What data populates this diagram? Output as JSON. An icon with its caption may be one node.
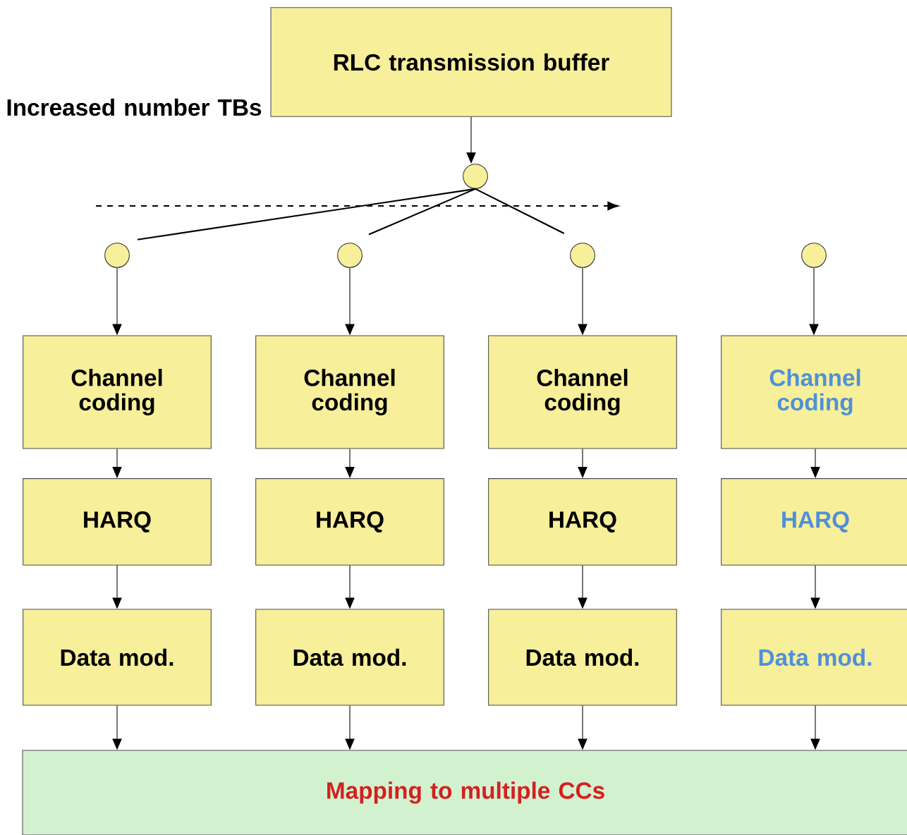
{
  "diagram": {
    "nodes": [
      {
        "text": [
          "RLC transmission buffer"
        ]
      },
      {
        "text": [],
        "shape": "circle"
      },
      {
        "text": [],
        "shape": "circle"
      },
      {
        "text": [],
        "shape": "circle"
      },
      {
        "text": [],
        "shape": "circle"
      },
      {
        "text": [],
        "shape": "circle"
      },
      {
        "text": [
          "Channel coding"
        ]
      },
      {
        "text": [
          "Channel coding"
        ]
      },
      {
        "text": [
          "Channel coding"
        ]
      },
      {
        "text": [
          "Channel coding"
        ]
      },
      {
        "text": [
          "HARQ"
        ]
      },
      {
        "text": [
          "HARQ"
        ]
      },
      {
        "text": [
          "HARQ"
        ]
      },
      {
        "text": [
          "HARQ"
        ]
      },
      {
        "text": [
          "Data mod."
        ]
      },
      {
        "text": [
          "Data mod."
        ]
      },
      {
        "text": [
          "Data mod."
        ]
      },
      {
        "text": [
          "Data mod."
        ]
      },
      {
        "text": [
          "Mapping to multiple CCs"
        ]
      }
    ],
    "edges": [
      {
        "from": 0,
        "to": 1,
        "arrow": "to"
      },
      {
        "from": 1,
        "to": 2,
        "arrow": "none"
      },
      {
        "from": 1,
        "to": 3,
        "arrow": "none"
      },
      {
        "from": 1,
        "to": 4,
        "arrow": "none"
      },
      {
        "from": 2,
        "to": 6,
        "arrow": "to"
      },
      {
        "from": 3,
        "to": 7,
        "arrow": "to"
      },
      {
        "from": 4,
        "to": 8,
        "arrow": "to"
      },
      {
        "from": 5,
        "to": 9,
        "arrow": "to"
      },
      {
        "from": 6,
        "to": 10,
        "arrow": "to"
      },
      {
        "from": 7,
        "to": 11,
        "arrow": "to"
      },
      {
        "from": 8,
        "to": 12,
        "arrow": "to"
      },
      {
        "from": 9,
        "to": 13,
        "arrow": "to"
      },
      {
        "from": 10,
        "to": 14,
        "arrow": "to"
      },
      {
        "from": 11,
        "to": 15,
        "arrow": "to"
      },
      {
        "from": 12,
        "to": 16,
        "arrow": "to"
      },
      {
        "from": 13,
        "to": 17,
        "arrow": "to"
      },
      {
        "from": 14,
        "to": 18,
        "arrow": "to"
      },
      {
        "from": 15,
        "to": 18,
        "arrow": "to"
      },
      {
        "from": 16,
        "to": 18,
        "arrow": "to"
      },
      {
        "from": 17,
        "to": 18,
        "arrow": "to"
      }
    ],
    "labels": [
      "Increased number TBs"
    ]
  }
}
